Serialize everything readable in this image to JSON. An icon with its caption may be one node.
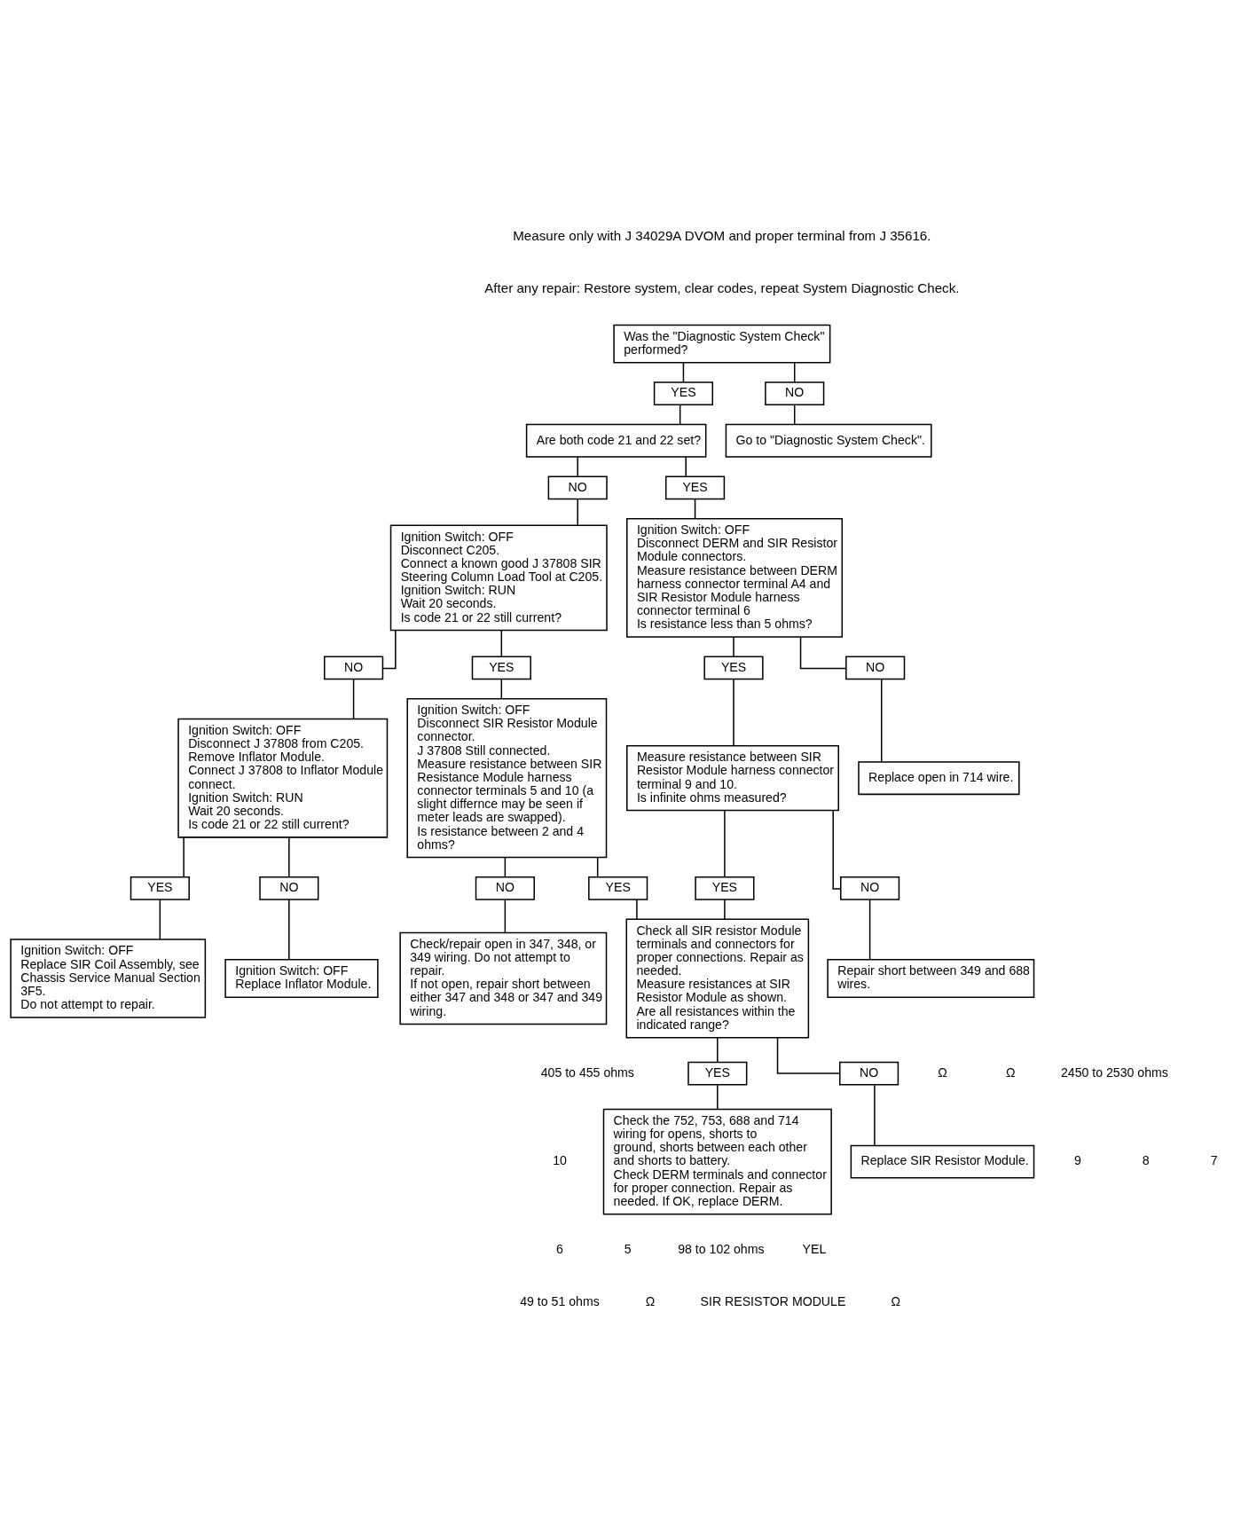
{
  "diagram": {
    "nodes": [
      {
        "text": [
          "Was the \"Diagnostic System Check\" performed?"
        ]
      },
      {
        "text": [
          "YES"
        ]
      },
      {
        "text": [
          "NO"
        ]
      },
      {
        "text": [
          "Are both code 21 and 22 set?"
        ]
      },
      {
        "text": [
          "Go to \"Diagnostic System Check\"."
        ]
      },
      {
        "text": [
          "NO"
        ]
      },
      {
        "text": [
          "YES"
        ]
      },
      {
        "text": [
          "Ignition Switch: OFF",
          "Disconnect C205.",
          "Connect a known good J 37808 SIR Steering Column Load Tool at C205.",
          "Ignition Switch: RUN",
          "Wait 20 seconds.",
          "Is code 21 or 22 still current?"
        ]
      },
      {
        "text": [
          "Ignition Switch: OFF",
          "Disconnect DERM and SIR Resistor Module connectors.",
          "Measure resistance between DERM harness connector terminal A4 and SIR Resistor Module harness connector terminal 6",
          "Is resistance less than 5 ohms?"
        ]
      },
      {
        "text": [
          "NO"
        ]
      },
      {
        "text": [
          "YES"
        ]
      },
      {
        "text": [
          "YES"
        ]
      },
      {
        "text": [
          "NO"
        ]
      },
      {
        "text": [
          "Ignition Switch: OFF",
          "Disconnect SIR Resistor Module connector.",
          "J 37808 Still connected.",
          "Measure resistance between SIR Resistance Module harness connector terminals 5 and 10 (a slight differnce may be seen if meter leads are swapped).",
          "Is resistance between 2 and 4 ohms?"
        ]
      },
      {
        "text": [
          "Measure resistance between SIR Resistor Module harness connector terminal 9 and 10.",
          "Is infinite ohms measured?"
        ]
      },
      {
        "text": [
          "Replace open in 714 wire."
        ]
      },
      {
        "text": [
          "YES"
        ]
      },
      {
        "text": [
          "NO"
        ]
      },
      {
        "text": [
          "Repair short between 349 and 688 wires."
        ]
      },
      {
        "text": [
          "NO"
        ]
      },
      {
        "text": [
          "YES"
        ]
      },
      {
        "text": [
          "Check/repair open in 347, 348, or 349 wiring. Do not attempt to repair.",
          "If not open, repair short between either 347 and 348 or 347 and 349 wiring."
        ]
      },
      {
        "text": [
          "Check all SIR resistor Module terminals and connectors for proper connections. Repair as needed.",
          "Measure resistances at SIR Resistor Module as shown.",
          "Are all resistances within the indicated range?"
        ]
      },
      {
        "text": [
          "Ignition Switch: OFF",
          "Disconnect J 37808 from C205.",
          "Remove Inflator Module.",
          "Connect J 37808 to Inflator Module connect.",
          "Ignition Switch: RUN",
          "Wait 20 seconds.",
          "Is code 21 or 22 still current?"
        ]
      },
      {
        "text": [
          "YES"
        ]
      },
      {
        "text": [
          "NO"
        ]
      },
      {
        "text": [
          "Replace SIR Resistor Module."
        ]
      },
      {
        "text": [
          "YES"
        ]
      },
      {
        "text": [
          "NO"
        ]
      },
      {
        "text": [
          "Ignition Switch: OFF",
          "Replace SIR Coil Assembly, see Chassis Service Manual Section 3F5.",
          "Do not attempt to repair."
        ]
      },
      {
        "text": [
          "Ignition Switch: OFF",
          "Replace Inflator Module."
        ]
      },
      {
        "text": [
          "Check the 752, 753, 688 and 714 wiring for opens, shorts to ground, shorts between each other and shorts to battery.",
          "Check DERM terminals and connector for proper connection. Repair as needed. If OK, replace DERM."
        ]
      }
    ],
    "edges": [
      {
        "from": 0,
        "to": 1,
        "arrow": "none"
      },
      {
        "from": 0,
        "to": 2,
        "arrow": "none"
      },
      {
        "from": 1,
        "to": 3,
        "arrow": "none"
      },
      {
        "from": 2,
        "to": 4,
        "arrow": "none"
      },
      {
        "from": 3,
        "to": 5,
        "arrow": "none"
      },
      {
        "from": 3,
        "to": 6,
        "arrow": "none"
      },
      {
        "from": 5,
        "to": 7,
        "arrow": "none"
      },
      {
        "from": 6,
        "to": 8,
        "arrow": "none"
      },
      {
        "from": 7,
        "to": 9,
        "arrow": "none"
      },
      {
        "from": 7,
        "to": 10,
        "arrow": "none"
      },
      {
        "from": 8,
        "to": 11,
        "arrow": "none"
      },
      {
        "from": 8,
        "to": 12,
        "arrow": "none"
      },
      {
        "from": 10,
        "to": 13,
        "arrow": "none"
      },
      {
        "from": 11,
        "to": 14,
        "arrow": "none"
      },
      {
        "from": 12,
        "to": 15,
        "arrow": "none"
      },
      {
        "from": 14,
        "to": 16,
        "arrow": "none"
      },
      {
        "from": 14,
        "to": 17,
        "arrow": "none"
      },
      {
        "from": 17,
        "to": 18,
        "arrow": "none"
      },
      {
        "from": 13,
        "to": 19,
        "arrow": "none"
      },
      {
        "from": 13,
        "to": 20,
        "arrow": "none"
      },
      {
        "from": 19,
        "to": 21,
        "arrow": "none"
      },
      {
        "from": 20,
        "to": 22,
        "arrow": "none"
      },
      {
        "from": 16,
        "to": 22,
        "arrow": "none"
      },
      {
        "from": 9,
        "to": 23,
        "arrow": "none"
      },
      {
        "from": 22,
        "to": 24,
        "arrow": "none"
      },
      {
        "from": 22,
        "to": 25,
        "arrow": "none"
      },
      {
        "from": 25,
        "to": 26,
        "arrow": "none"
      },
      {
        "from": 23,
        "to": 27,
        "arrow": "none"
      },
      {
        "from": 23,
        "to": 28,
        "arrow": "none"
      },
      {
        "from": 27,
        "to": 29,
        "arrow": "none"
      },
      {
        "from": 28,
        "to": 30,
        "arrow": "none"
      },
      {
        "from": 24,
        "to": 31,
        "arrow": "none"
      }
    ],
    "labels": [
      "Measure only with J 34029A DVOM and proper terminal from J 35616.",
      "After any repair: Restore system, clear codes, repeat System Diagnostic Check.",
      "405 to 455 ohms",
      "Ω",
      "Ω",
      "2450 to 2530 ohms",
      "10",
      "9",
      "8",
      "7",
      "6",
      "5",
      "98 to 102 ohms",
      "YEL",
      "49 to 51 ohms",
      "Ω",
      "SIR RESISTOR MODULE",
      "Ω"
    ]
  }
}
